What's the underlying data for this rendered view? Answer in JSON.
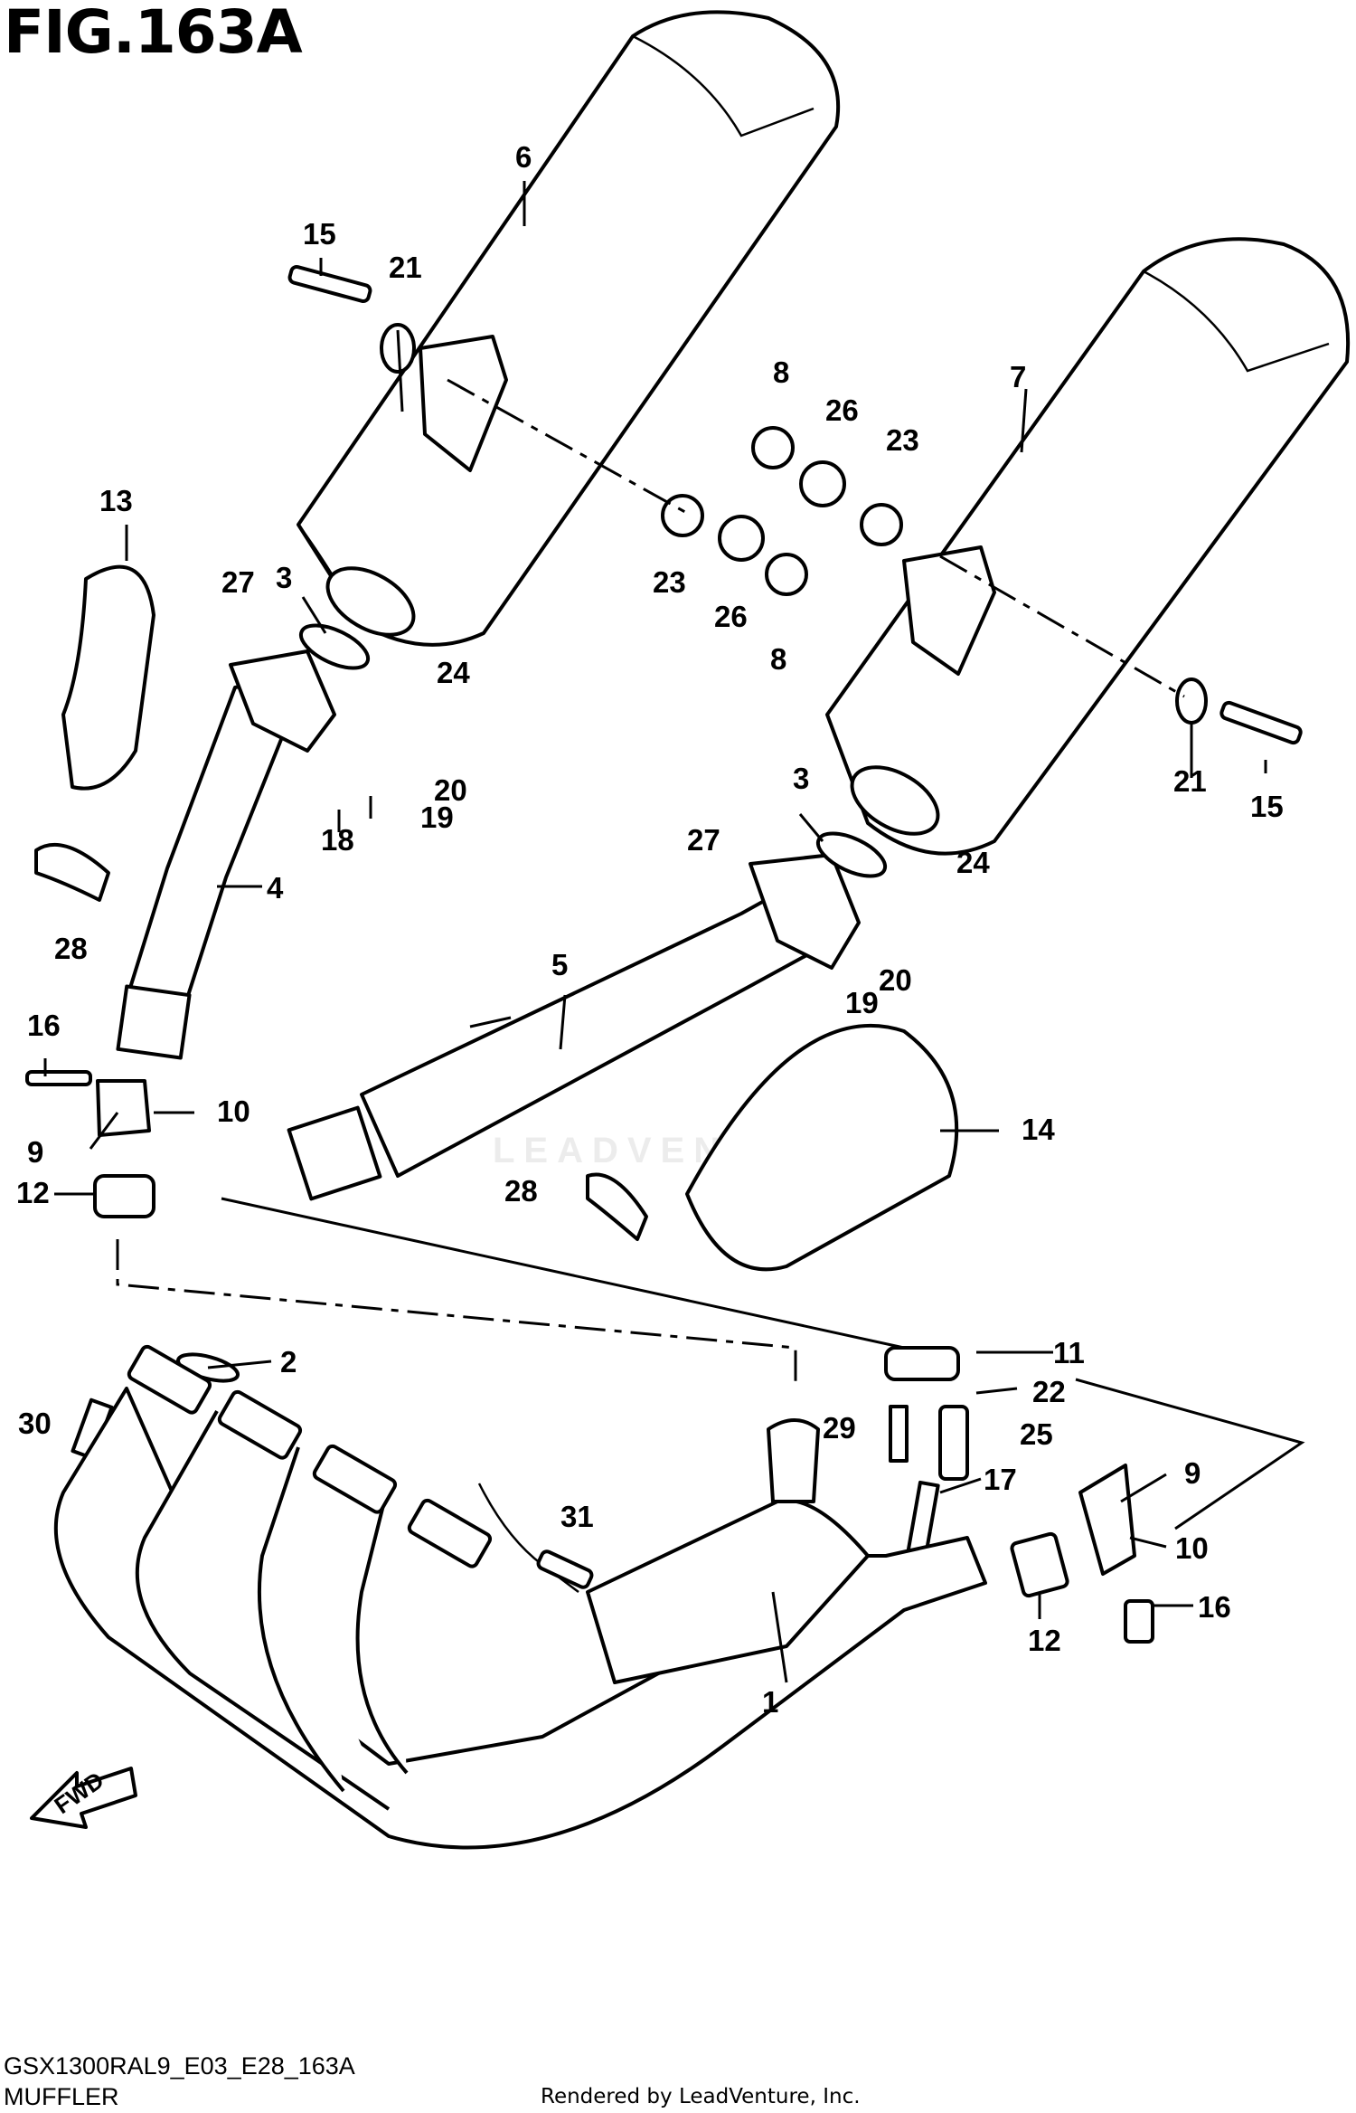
{
  "figure": {
    "title": "FIG.163A",
    "model_code": "GSX1300RAL9_E03_E28_163A",
    "section_name": "MUFFLER",
    "credit": "Rendered by LeadVenture, Inc.",
    "watermark": "LEADVENTURE",
    "fwd_label": "FWD"
  },
  "callouts": [
    "1",
    "2",
    "3",
    "3",
    "4",
    "5",
    "6",
    "7",
    "8",
    "8",
    "9",
    "9",
    "10",
    "10",
    "11",
    "12",
    "12",
    "13",
    "14",
    "15",
    "15",
    "16",
    "16",
    "17",
    "18",
    "19",
    "19",
    "20",
    "20",
    "21",
    "21",
    "22",
    "23",
    "23",
    "24",
    "24",
    "25",
    "26",
    "26",
    "27",
    "27",
    "28",
    "28",
    "29",
    "30",
    "31"
  ]
}
